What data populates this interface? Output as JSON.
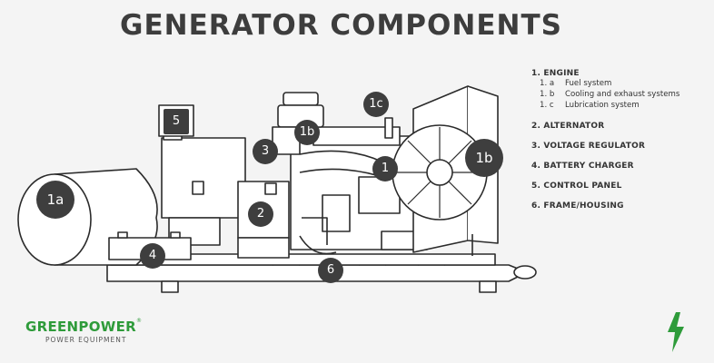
{
  "title": "GENERATOR COMPONENTS",
  "callouts": {
    "c1a_tank": "1a",
    "c1b_engine": "1b",
    "c1b_radiator": "1b",
    "c1c": "1c",
    "c1": "1",
    "c2": "2",
    "c3": "3",
    "c4": "4",
    "c5": "5",
    "c6": "6"
  },
  "legend": {
    "engine": "1. ENGINE",
    "subs": [
      {
        "key": "1. a",
        "label": "Fuel system"
      },
      {
        "key": "1. b",
        "label": "Cooling and exhaust systems"
      },
      {
        "key": "1. c",
        "label": "Lubrication system"
      }
    ],
    "alternator": "2. ALTERNATOR",
    "voltage_regulator": "3. VOLTAGE REGULATOR",
    "battery_charger": "4. BATTERY CHARGER",
    "control_panel": "5. CONTROL PANEL",
    "frame": "6. FRAME/HOUSING"
  },
  "logo": {
    "brand": "GREENPOWER",
    "registered": "®",
    "tagline": "POWER EQUIPMENT"
  },
  "colors": {
    "callout_fill": "#3e3e3e",
    "line_art": "#2b2b2b",
    "brand_green": "#2e9b3a"
  },
  "icons": {
    "brand_mark": "lightning-bolt-icon"
  }
}
